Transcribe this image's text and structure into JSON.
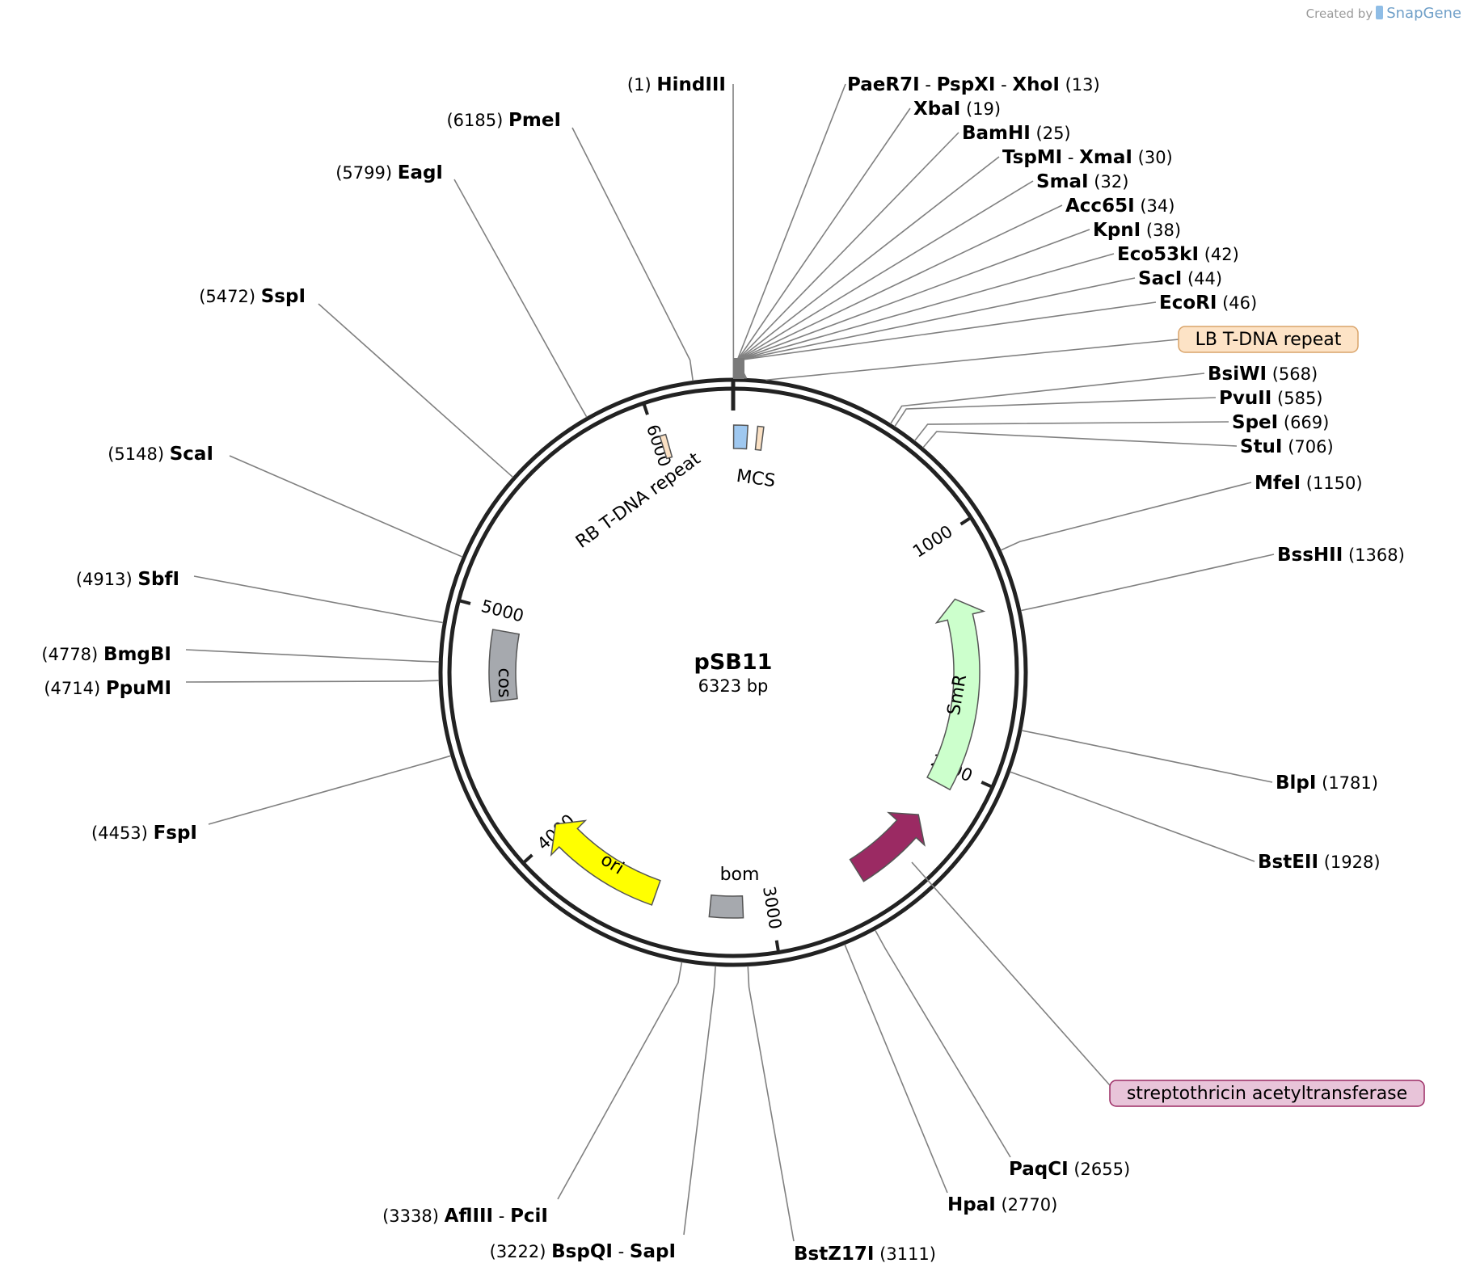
{
  "credit": {
    "prefix": "Created by",
    "brand": "SnapGene"
  },
  "plasmid": {
    "name": "pSB11",
    "size_label": "6323 bp",
    "length": 6323
  },
  "ticks": [
    {
      "pos": 1000,
      "label": "1000"
    },
    {
      "pos": 2000,
      "label": "2000"
    },
    {
      "pos": 3000,
      "label": "3000"
    },
    {
      "pos": 4000,
      "label": "4000"
    },
    {
      "pos": 5000,
      "label": "5000"
    },
    {
      "pos": 6000,
      "label": "6000"
    }
  ],
  "features": [
    {
      "name": "MCS",
      "label": "MCS",
      "start": 2,
      "end": 60,
      "color": "#9fc8f0",
      "kind": "box"
    },
    {
      "name": "lb-tdna",
      "label": "",
      "start": 100,
      "end": 125,
      "color": "#fbe1c4",
      "kind": "box"
    },
    {
      "name": "rb-tdna",
      "label": "RB T-DNA repeat",
      "start": 6020,
      "end": 6045,
      "color": "#fbe1c4",
      "kind": "box"
    },
    {
      "name": "SmR",
      "label": "SmR",
      "start": 1260,
      "end": 2080,
      "color": "#ccffcc",
      "kind": "arrow-ccw"
    },
    {
      "name": "sat",
      "label": "",
      "start": 2240,
      "end": 2600,
      "color": "#9b2a63",
      "kind": "arrow-ccw"
    },
    {
      "name": "bom",
      "label": "bom",
      "start": 3120,
      "end": 3260,
      "color": "#a6a9ae",
      "kind": "box"
    },
    {
      "name": "ori",
      "label": "ori",
      "start": 3500,
      "end": 4030,
      "color": "#ffff00",
      "kind": "arrow-cw"
    },
    {
      "name": "cos",
      "label": "cos",
      "start": 4620,
      "end": 4920,
      "color": "#a6a9ae",
      "kind": "box"
    }
  ],
  "sites": [
    {
      "name": "HindIII",
      "pos": "(1)",
      "side": "left"
    },
    {
      "name": "PaeR7I",
      "name2": "PspXI",
      "name3": "XhoI",
      "pos": "(13)",
      "side": "right"
    },
    {
      "name": "XbaI",
      "pos": "(19)",
      "side": "right"
    },
    {
      "name": "BamHI",
      "pos": "(25)",
      "side": "right"
    },
    {
      "name": "TspMI",
      "name2": "XmaI",
      "pos": "(30)",
      "side": "right"
    },
    {
      "name": "SmaI",
      "pos": "(32)",
      "side": "right"
    },
    {
      "name": "Acc65I",
      "pos": "(34)",
      "side": "right"
    },
    {
      "name": "KpnI",
      "pos": "(38)",
      "side": "right"
    },
    {
      "name": "Eco53kI",
      "pos": "(42)",
      "side": "right"
    },
    {
      "name": "SacI",
      "pos": "(44)",
      "side": "right"
    },
    {
      "name": "EcoRI",
      "pos": "(46)",
      "side": "right"
    },
    {
      "name": "BsiWI",
      "pos": "(568)",
      "side": "right"
    },
    {
      "name": "PvuII",
      "pos": "(585)",
      "side": "right"
    },
    {
      "name": "SpeI",
      "pos": "(669)",
      "side": "right"
    },
    {
      "name": "StuI",
      "pos": "(706)",
      "side": "right"
    },
    {
      "name": "MfeI",
      "pos": "(1150)",
      "side": "right"
    },
    {
      "name": "BssHII",
      "pos": "(1368)",
      "side": "right"
    },
    {
      "name": "BlpI",
      "pos": "(1781)",
      "side": "right"
    },
    {
      "name": "BstEII",
      "pos": "(1928)",
      "side": "right"
    },
    {
      "name": "PaqCI",
      "pos": "(2655)",
      "side": "right"
    },
    {
      "name": "HpaI",
      "pos": "(2770)",
      "side": "right"
    },
    {
      "name": "BstZ17I",
      "pos": "(3111)",
      "side": "right"
    },
    {
      "name": "BspQI",
      "name2": "SapI",
      "pos": "(3222)",
      "side": "left"
    },
    {
      "name": "AflIII",
      "name2": "PciI",
      "pos": "(3338)",
      "side": "left"
    },
    {
      "name": "FspI",
      "pos": "(4453)",
      "side": "left"
    },
    {
      "name": "PpuMI",
      "pos": "(4714)",
      "side": "left"
    },
    {
      "name": "BmgBI",
      "pos": "(4778)",
      "side": "left"
    },
    {
      "name": "SbfI",
      "pos": "(4913)",
      "side": "left"
    },
    {
      "name": "ScaI",
      "pos": "(5148)",
      "side": "left"
    },
    {
      "name": "SspI",
      "pos": "(5472)",
      "side": "left"
    },
    {
      "name": "EagI",
      "pos": "(5799)",
      "side": "left"
    },
    {
      "name": "PmeI",
      "pos": "(6185)",
      "side": "left"
    }
  ],
  "boxed_labels": [
    {
      "name": "lb-tdna-label",
      "text": "LB T-DNA repeat",
      "fill": "#fde3c6",
      "stroke": "#d9a46a"
    },
    {
      "name": "sat-label",
      "text": "streptothricin acetyltransferase",
      "fill": "#e8c4d9",
      "stroke": "#9b2a63"
    }
  ]
}
